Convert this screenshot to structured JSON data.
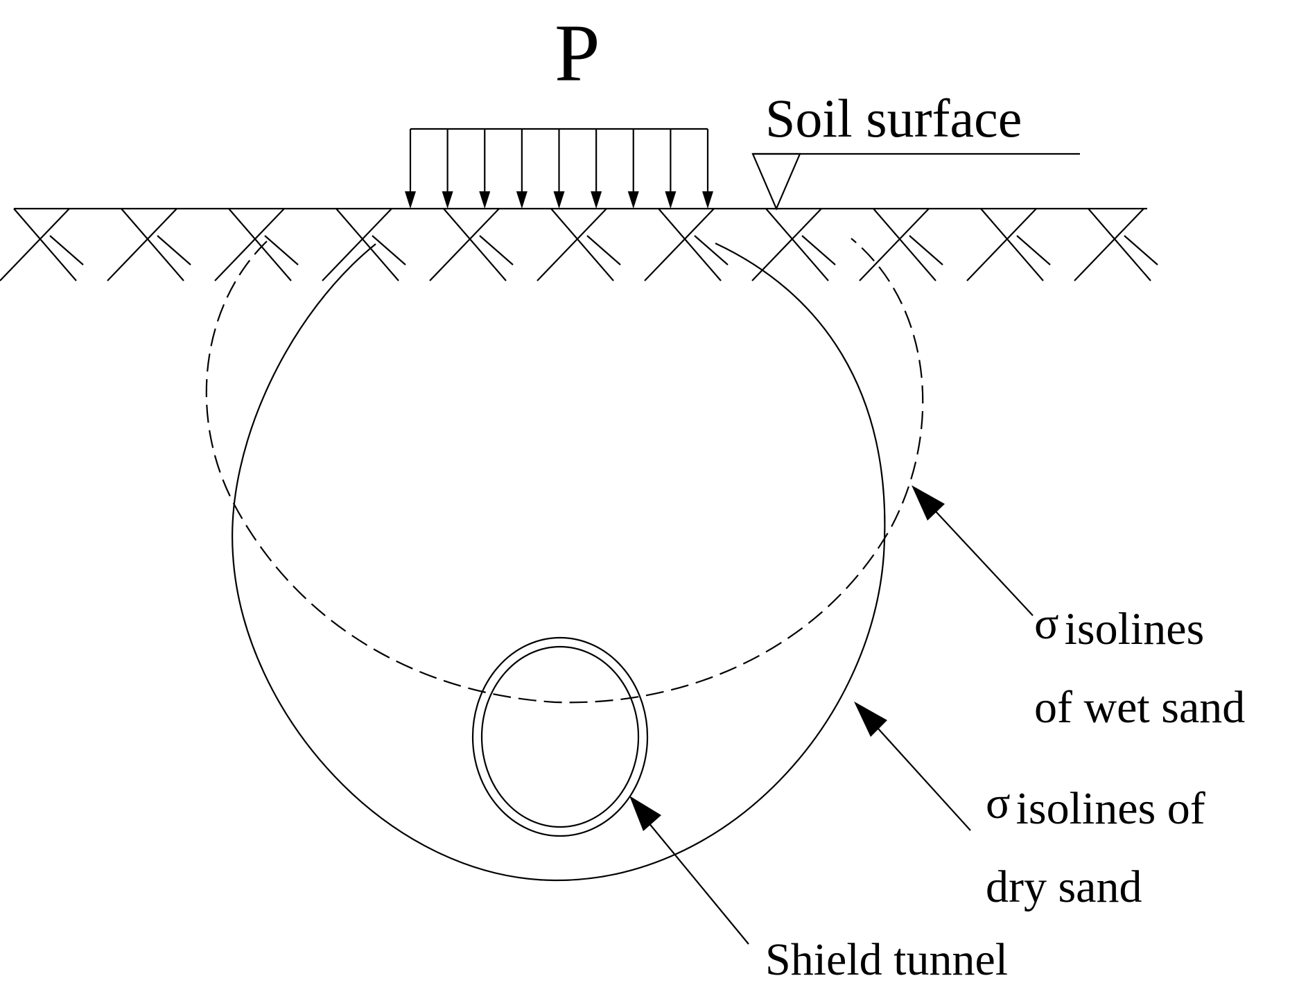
{
  "labels": {
    "load": "P",
    "soil_surface": "Soil surface",
    "sigma_symbol": "σ",
    "wet_sand_line1": "isolines",
    "wet_sand_line2": "of wet sand",
    "dry_sand_line1": "isolines of",
    "dry_sand_line2": "dry sand",
    "shield_tunnel": "Shield tunnel"
  },
  "colors": {
    "line": "#000000",
    "background": "#ffffff"
  }
}
